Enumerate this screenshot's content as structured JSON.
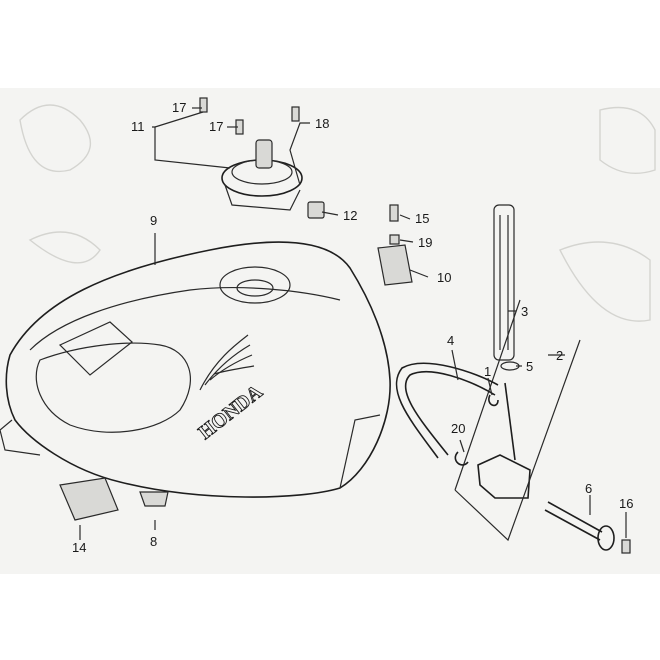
{
  "brand_text": "HONDA",
  "callouts": [
    "1",
    "2",
    "3",
    "4",
    "5",
    "6",
    "8",
    "9",
    "10",
    "11",
    "12",
    "14",
    "15",
    "16",
    "17",
    "17",
    "18",
    "19",
    "20"
  ],
  "colors": {
    "line": "#2a2a2a",
    "paper": "#f4f4f2",
    "background": "#ffffff"
  }
}
